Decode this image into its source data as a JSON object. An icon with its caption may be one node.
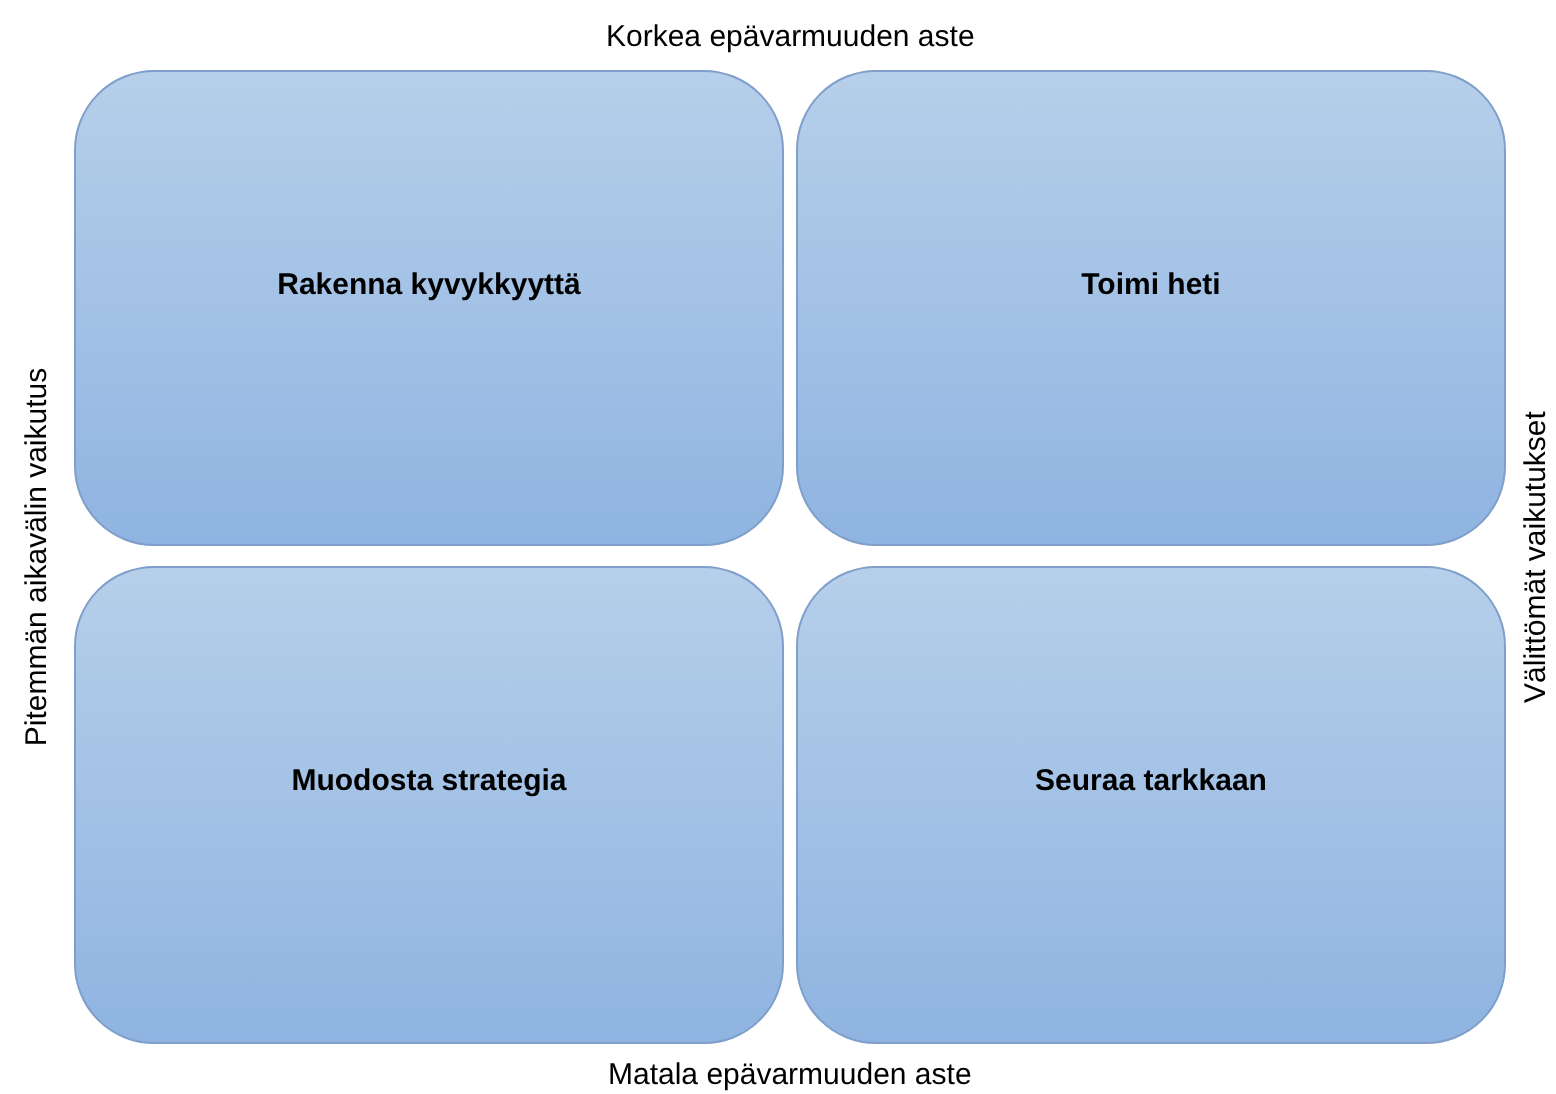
{
  "diagram": {
    "nodes": [
      {
        "text": [
          "Rakenna kyvykkyyttä"
        ]
      },
      {
        "text": [
          "Toimi heti"
        ]
      },
      {
        "text": [
          "Muodosta strategia"
        ]
      },
      {
        "text": [
          "Seuraa tarkkaan"
        ]
      }
    ],
    "edges": [],
    "labels": [
      "Korkea epävarmuuden aste",
      "Pitemmän aikavälin vaikutus",
      "Välittömät vaikutukset",
      "Matala epävarmuuden aste"
    ]
  }
}
